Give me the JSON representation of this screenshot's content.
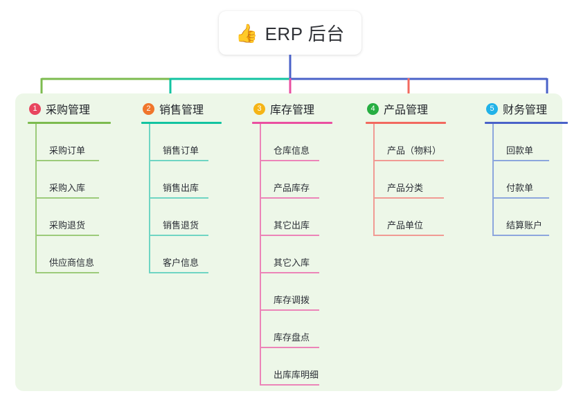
{
  "root": {
    "icon": "thumbs-up-icon",
    "emoji": "👍",
    "title": "ERP 后台"
  },
  "theme": {
    "page_background": "#ffffff",
    "panel_background": "#edf7e8",
    "title_text_color": "#2f3136"
  },
  "columns": [
    {
      "index": "1",
      "badge_color": "#e8455e",
      "rule_color": "#7cbb4f",
      "line_color": "#9ccb7a",
      "title": "采购管理",
      "title_width": 120,
      "item_width": 92,
      "items": [
        {
          "label": "采购订单"
        },
        {
          "label": "采购入库"
        },
        {
          "label": "采购退货"
        },
        {
          "label": "供应商信息"
        }
      ]
    },
    {
      "index": "2",
      "badge_color": "#f0762c",
      "rule_color": "#12c3a0",
      "line_color": "#6fd5c3",
      "title": "销售管理",
      "title_width": 116,
      "item_width": 86,
      "items": [
        {
          "label": "销售订单"
        },
        {
          "label": "销售出库"
        },
        {
          "label": "销售退货"
        },
        {
          "label": "客户信息"
        }
      ]
    },
    {
      "index": "3",
      "badge_color": "#f5b416",
      "rule_color": "#ea4fa0",
      "line_color": "#ec84b8",
      "title": "库存管理",
      "title_width": 116,
      "item_width": 86,
      "items": [
        {
          "label": "仓库信息"
        },
        {
          "label": "产品库存"
        },
        {
          "label": "其它出库"
        },
        {
          "label": "其它入库"
        },
        {
          "label": "库存调拨"
        },
        {
          "label": "库存盘点"
        },
        {
          "label": "出库库明细"
        }
      ]
    },
    {
      "index": "4",
      "badge_color": "#27ae42",
      "rule_color": "#f2695f",
      "line_color": "#f19a93",
      "title": "产品管理",
      "title_width": 116,
      "item_width": 102,
      "items": [
        {
          "label": "产品（物料）"
        },
        {
          "label": "产品分类"
        },
        {
          "label": "产品单位"
        }
      ]
    },
    {
      "index": "5",
      "badge_color": "#21b2e8",
      "rule_color": "#4a62c8",
      "line_color": "#8ca6dd",
      "title": "财务管理",
      "title_width": 120,
      "item_width": 82,
      "items": [
        {
          "label": "回款单"
        },
        {
          "label": "付款单"
        },
        {
          "label": "结算账户"
        }
      ]
    }
  ],
  "connectors": {
    "trunk_color": "#4a62c8",
    "segments": [
      {
        "name": "segment-col1",
        "color": "#7cbb4f"
      },
      {
        "name": "segment-col2",
        "color": "#12c3a0"
      },
      {
        "name": "segment-col3",
        "color": "#ea4fa0"
      },
      {
        "name": "segment-col4",
        "color": "#f2695f"
      },
      {
        "name": "segment-col5",
        "color": "#4a62c8"
      }
    ]
  }
}
